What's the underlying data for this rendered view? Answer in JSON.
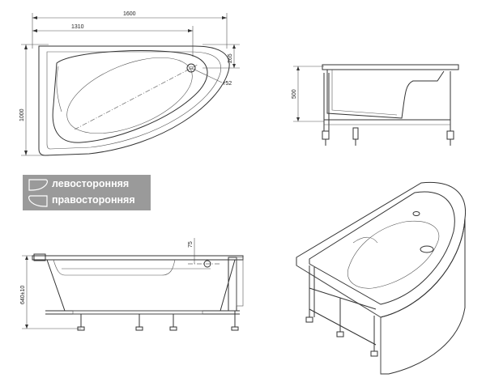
{
  "top_view": {
    "width_label": "1600",
    "inner_length_label": "1310",
    "depth_label": "1000",
    "drain_offset_label": "265",
    "drain_radius_label": "r52"
  },
  "side_view": {
    "height_label": "500"
  },
  "front_view": {
    "height_label": "640±10",
    "overflow_offset_label": "75"
  },
  "legend": {
    "items": [
      {
        "label": "левосторонняя",
        "icon": "left-hand-bath-icon"
      },
      {
        "label": "правосторонняя",
        "icon": "right-hand-bath-icon"
      }
    ],
    "background": "#9a9a9a"
  }
}
